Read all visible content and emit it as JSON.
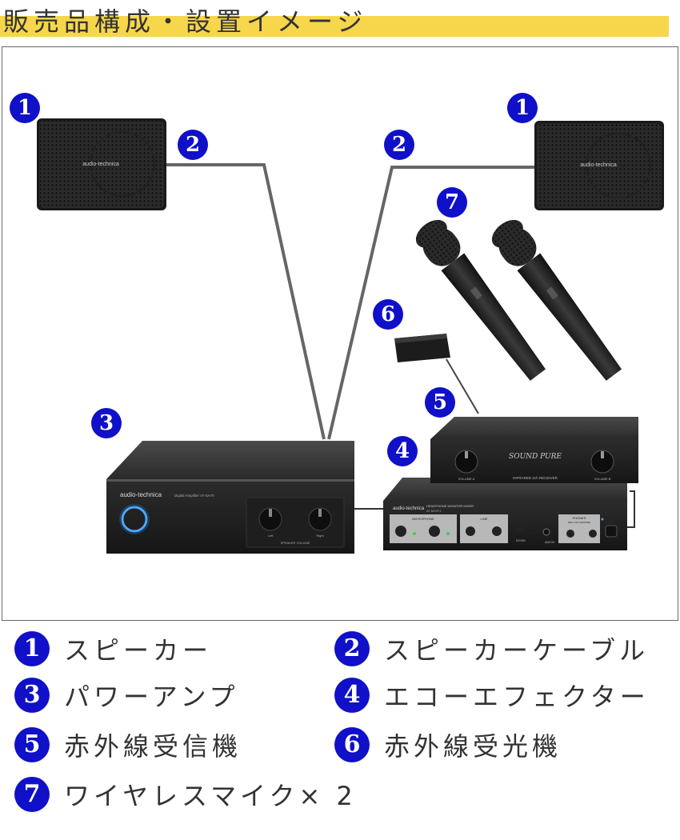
{
  "title": "販売品構成・設置イメージ",
  "devices": {
    "speaker_left_brand": "audio-technica",
    "speaker_right_brand": "audio-technica",
    "amp_brand": "audio-technica",
    "amp_model": "Digital Amplifier AT-SA70",
    "amp_knob_left": "Left",
    "amp_knob_right": "Right",
    "amp_volume_label": "SPEAKER VOLUME",
    "receiver_logo": "SOUND PURE",
    "receiver_name": "INFRARED 2ch RECEIVER",
    "receiver_vol_a": "VOLUME A",
    "receiver_vol_b": "VOLUME B",
    "mixer_brand": "audio-technica",
    "mixer_title": "HEADPHONE MONITOR MIXER",
    "mixer_model": "AT-MX371",
    "mixer_mic": "MICROPHONE",
    "mixer_line": "LINE",
    "mixer_echo": "ECHO",
    "mixer_phones": "PHONES",
    "mixer_phones_sub": "(BAL OUT MASTER)",
    "mixer_aux": "AUX IN"
  },
  "badges": {
    "b1": "1",
    "b2": "2",
    "b3": "3",
    "b4": "4",
    "b5": "5",
    "b6": "6",
    "b7": "7"
  },
  "legend": [
    {
      "num": "1",
      "label": "スピーカー"
    },
    {
      "num": "2",
      "label": "スピーカーケーブル"
    },
    {
      "num": "3",
      "label": "パワーアンプ"
    },
    {
      "num": "4",
      "label": "エコーエフェクター"
    },
    {
      "num": "5",
      "label": "赤外線受信機"
    },
    {
      "num": "6",
      "label": "赤外線受光機"
    },
    {
      "num": "7",
      "label": "ワイヤレスマイク× 2"
    }
  ]
}
